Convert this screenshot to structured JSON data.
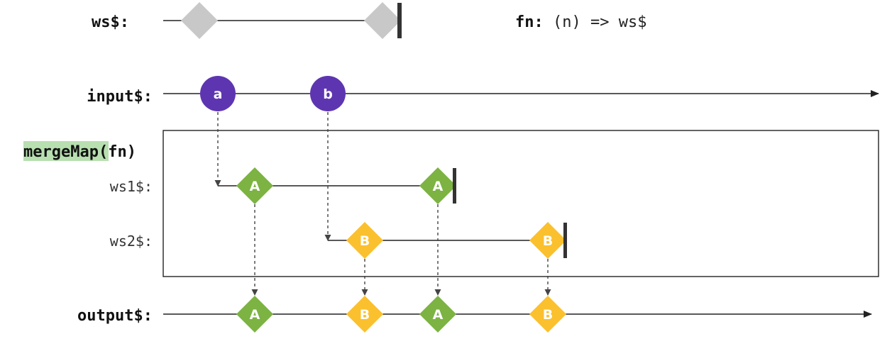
{
  "streams": {
    "ws": "ws$:",
    "input": "input$:",
    "output": "output$:",
    "ws1": "ws1$:",
    "ws2": "ws2$:"
  },
  "fn_label": {
    "key": "fn:",
    "value": " (n) => ws$"
  },
  "operator": {
    "name": "mergeMap",
    "args": "(fn)"
  },
  "marbles": {
    "input_a": "a",
    "input_b": "b",
    "ws1_first": "A",
    "ws1_second": "A",
    "ws2_first": "B",
    "ws2_second": "B",
    "out_1": "A",
    "out_2": "B",
    "out_3": "A",
    "out_4": "B"
  },
  "colors": {
    "purple": "#5e35b1",
    "green": "#7cb342",
    "yellow": "#fbc02d",
    "gray": "#c8c8c8",
    "operator_highlight": "#b7dfb0"
  }
}
